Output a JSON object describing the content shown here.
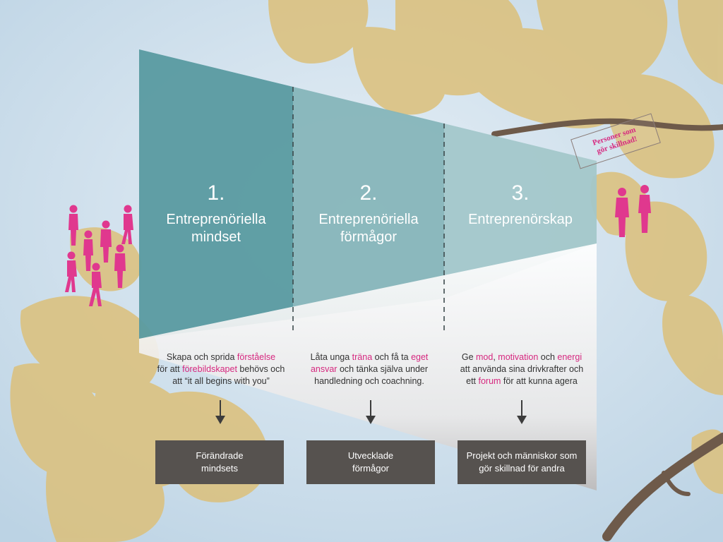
{
  "stages": [
    {
      "number": "1.",
      "title": "Entreprenöriella\nmindset"
    },
    {
      "number": "2.",
      "title": "Entreprenöriella\nförmågor"
    },
    {
      "number": "3.",
      "title": "Entreprenörskap"
    }
  ],
  "descriptions": [
    [
      {
        "t": "Skapa och sprida ",
        "h": false
      },
      {
        "t": "förståelse",
        "h": true
      },
      {
        "t": "\nför att ",
        "h": false
      },
      {
        "t": "förebildskapet",
        "h": true
      },
      {
        "t": " behövs och\natt “it all begins with you”",
        "h": false
      }
    ],
    [
      {
        "t": "Låta unga ",
        "h": false
      },
      {
        "t": "träna",
        "h": true
      },
      {
        "t": " och få ta ",
        "h": false
      },
      {
        "t": "eget",
        "h": true
      },
      {
        "t": "\n",
        "h": false
      },
      {
        "t": "ansvar",
        "h": true
      },
      {
        "t": " och tänka själva under\nhandledning och coachning.",
        "h": false
      }
    ],
    [
      {
        "t": "Ge ",
        "h": false
      },
      {
        "t": "mod",
        "h": true
      },
      {
        "t": ", ",
        "h": false
      },
      {
        "t": "motivation",
        "h": true
      },
      {
        "t": " och ",
        "h": false
      },
      {
        "t": "energi",
        "h": true
      },
      {
        "t": "\natt använda sina drivkrafter och\nett ",
        "h": false
      },
      {
        "t": "forum",
        "h": true
      },
      {
        "t": " för att kunna agera",
        "h": false
      }
    ]
  ],
  "results": [
    "Förändrade\nmindsets",
    "Utvecklade\nförmågor",
    "Projekt och människor som\ngör skillnad för andra"
  ],
  "stamp": "Personer som\ngör skillnad!",
  "colors": {
    "stage1": "#5b9ba1",
    "stage2": "#86b5b9",
    "stage3": "#a3c7ca",
    "highlight": "#d6287f",
    "result_box": "#56524f",
    "people": "#e0388e"
  }
}
